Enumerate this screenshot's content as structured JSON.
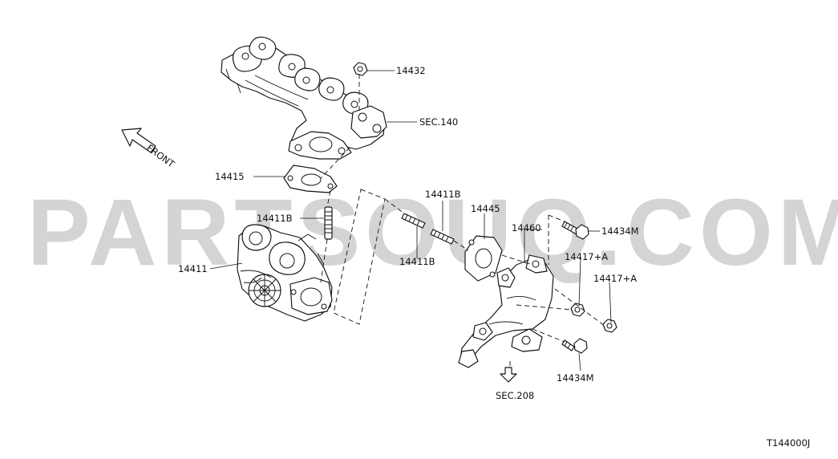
{
  "watermark": "PARTSOUQ.COM",
  "diagram_code": "T144000J",
  "front_label": "FRONT",
  "callouts": {
    "c14432": "14432",
    "sec140": "SEC.140",
    "c14415": "14415",
    "c14411b_left": "14411B",
    "c14411": "14411",
    "c14411b_top": "14411B",
    "c14411b_mid": "14411B",
    "c14445": "14445",
    "c14460": "14460",
    "c14434m_top": "14434M",
    "c14417a_1": "14417+A",
    "c14417a_2": "14417+A",
    "c14434m_bottom": "14434M",
    "sec208": "SEC.208"
  }
}
